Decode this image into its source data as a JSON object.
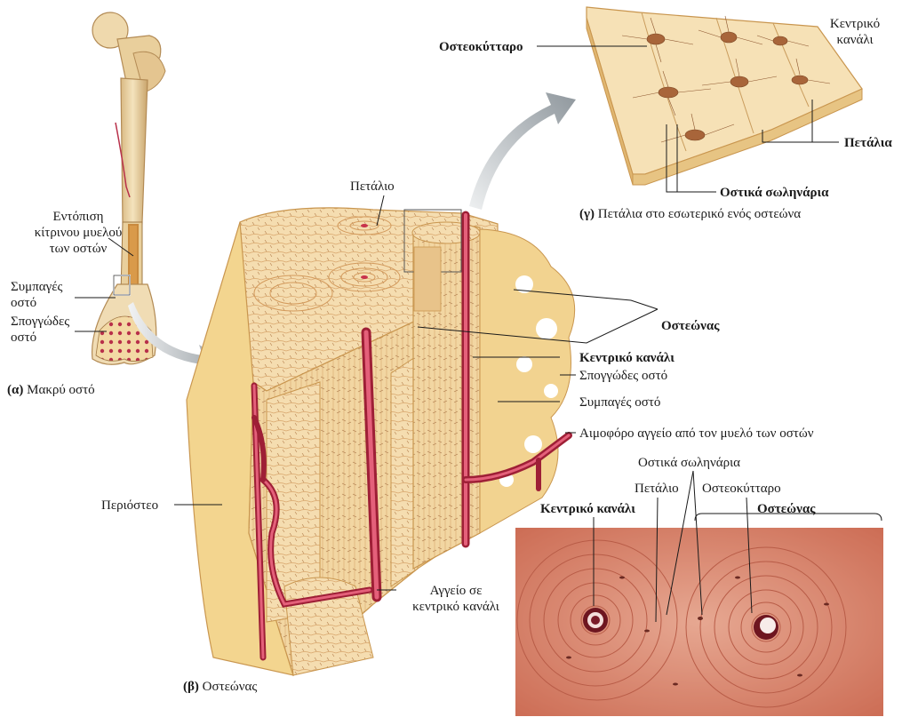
{
  "labels": {
    "yellow_marrow": "Εντόπιση\nκίτρινου μυελού\nτων οστών",
    "compact_bone_a": "Συμπαγές\nοστό",
    "spongy_bone_a": "Σπογγώδες\nοστό",
    "caption_a_letter": "(α)",
    "caption_a_text": "Μακρύ οστό",
    "lamella": "Πετάλιο",
    "osteocyte_c": "Οστεοκύτταρο",
    "central_canal_c": "Κεντρικό\nκανάλι",
    "lamellae_c": "Πετάλια",
    "canaliculi_c": "Οστικά σωληνάρια",
    "caption_c_letter": "(γ)",
    "caption_c_text": "Πετάλια στο εσωτερικό ενός οστεώνα",
    "osteon_b": "Οστεώνας",
    "central_canal_b": "Κεντρικό κανάλι",
    "spongy_bone_b": "Σπογγώδες οστό",
    "compact_bone_b": "Συμπαγές οστό",
    "marrow_vessel": "Αιμοφόρο αγγείο από τον μυελό των οστών",
    "periosteum": "Περιόστεο",
    "vessel_in_canal": "Αγγείο σε\nκεντρικό κανάλι",
    "caption_b_letter": "(β)",
    "caption_b_text": "Οστεώνας",
    "micro_canaliculi": "Οστικά σωληνάρια",
    "micro_lamella": "Πετάλιο",
    "micro_osteocyte": "Οστεοκύτταρο",
    "micro_central_canal": "Κεντρικό κανάλι",
    "micro_osteon": "Οστεώνας"
  },
  "colors": {
    "bone": "#f3d9a4",
    "bone_dark": "#e2b873",
    "bone_edge": "#c9964f",
    "vessel": "#c8324b",
    "vessel_light": "#e46079",
    "marrow_red": "#b8304a",
    "micro_bg": "#d98068",
    "micro_light": "#f0b8a4",
    "arrow_gray": "#a8aeb3",
    "leader": "#1a1a1a"
  }
}
